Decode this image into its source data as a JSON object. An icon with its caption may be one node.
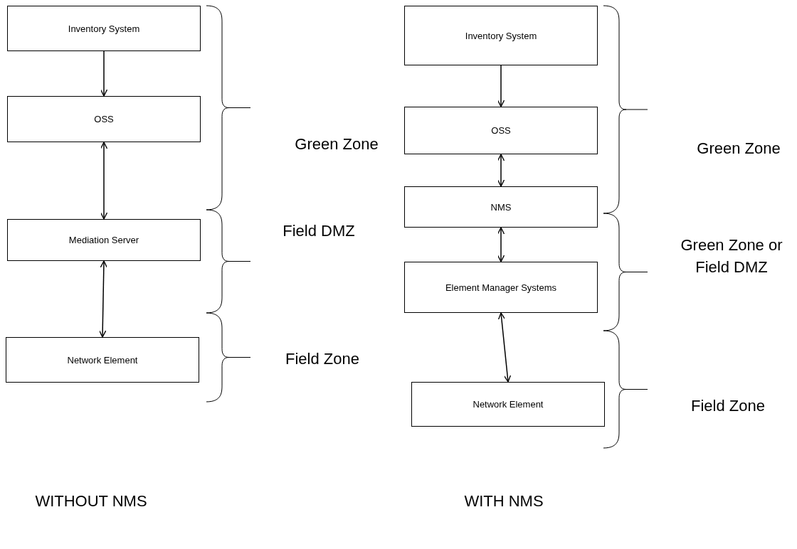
{
  "diagram": {
    "nodes": [
      {
        "text": [
          "Inventory System"
        ]
      },
      {
        "text": [
          "OSS"
        ]
      },
      {
        "text": [
          "Mediation Server"
        ]
      },
      {
        "text": [
          "Network Element"
        ]
      },
      {
        "text": [
          "Inventory System"
        ]
      },
      {
        "text": [
          "OSS"
        ]
      },
      {
        "text": [
          "NMS"
        ]
      },
      {
        "text": [
          "Element Manager Systems"
        ]
      },
      {
        "text": [
          "Network Element"
        ]
      }
    ],
    "edges": [
      {
        "from": 0,
        "to": 1,
        "arrow": "to"
      },
      {
        "from": 1,
        "to": 2,
        "arrow": "both"
      },
      {
        "from": 2,
        "to": 3,
        "arrow": "both"
      },
      {
        "from": 4,
        "to": 5,
        "arrow": "to"
      },
      {
        "from": 5,
        "to": 6,
        "arrow": "both"
      },
      {
        "from": 6,
        "to": 7,
        "arrow": "both"
      },
      {
        "from": 7,
        "to": 8,
        "arrow": "both"
      }
    ],
    "labels": [
      "Green Zone",
      "Field DMZ",
      "Field Zone",
      "Green Zone",
      "Green Zone or Field DMZ",
      "Field Zone",
      "WITHOUT NMS",
      "WITH NMS"
    ]
  }
}
